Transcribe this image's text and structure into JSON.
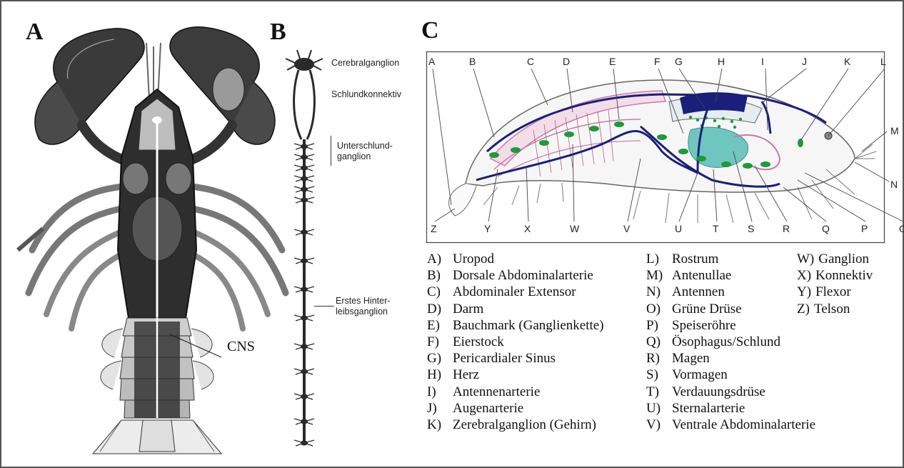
{
  "panels": {
    "a": {
      "letter": "A",
      "cns_label": "CNS"
    },
    "b": {
      "letter": "B",
      "labels": {
        "cerebral": "Cerebralganglion",
        "connective": "Schlundkonnektiv",
        "sub_line1": "Unterschlund-",
        "sub_line2": "ganglion",
        "first_line1": "Erstes Hinter-",
        "first_line2": "leibsganglion"
      }
    },
    "c": {
      "letter": "C",
      "top_labels": [
        "A",
        "B",
        "C",
        "D",
        "E",
        "F",
        "G",
        "H",
        "I",
        "J",
        "K",
        "L"
      ],
      "right_labels": [
        "M",
        "N"
      ],
      "bottom_labels": [
        "Z",
        "Y",
        "X",
        "W",
        "V",
        "U",
        "T",
        "S",
        "R",
        "Q",
        "P",
        "O"
      ]
    }
  },
  "legend": [
    [
      {
        "key": "A)",
        "text": "Uropod"
      },
      {
        "key": "B)",
        "text": "Dorsale Abdominalarterie"
      },
      {
        "key": "C)",
        "text": "Abdominaler Extensor"
      },
      {
        "key": "D)",
        "text": "Darm"
      },
      {
        "key": "E)",
        "text": "Bauchmark (Ganglienkette)"
      },
      {
        "key": "F)",
        "text": "Eierstock"
      },
      {
        "key": "G)",
        "text": "Pericardialer Sinus"
      },
      {
        "key": "H)",
        "text": "Herz"
      },
      {
        "key": "I)",
        "text": "Antennenarterie"
      },
      {
        "key": "J)",
        "text": "Augenarterie"
      },
      {
        "key": "K)",
        "text": "Zerebralganglion (Gehirn)"
      }
    ],
    [
      {
        "key": "L)",
        "text": "Rostrum"
      },
      {
        "key": "M)",
        "text": "Antenullae"
      },
      {
        "key": "N)",
        "text": "Antennen"
      },
      {
        "key": "O)",
        "text": "Grüne Drüse"
      },
      {
        "key": "P)",
        "text": "Speiseröhre"
      },
      {
        "key": "Q)",
        "text": "Ösophagus/Schlund"
      },
      {
        "key": "R)",
        "text": "Magen"
      },
      {
        "key": "S)",
        "text": "Vormagen"
      },
      {
        "key": "T)",
        "text": "Verdauungsdrüse"
      },
      {
        "key": "U)",
        "text": "Sternalarterie"
      },
      {
        "key": "V)",
        "text": "Ventrale Abdominalarterie"
      }
    ],
    [
      {
        "key": "W)",
        "text": "Ganglion"
      },
      {
        "key": "X)",
        "text": "Konnektiv"
      },
      {
        "key": "Y)",
        "text": "Flexor"
      },
      {
        "key": "Z)",
        "text": "Telson"
      }
    ]
  ],
  "colors": {
    "frame": "#555555",
    "vessel": "#1a1f7a",
    "ganglion": "#1e9a3c",
    "gland": "#6fc6c0",
    "pink": "#c77aa8"
  }
}
